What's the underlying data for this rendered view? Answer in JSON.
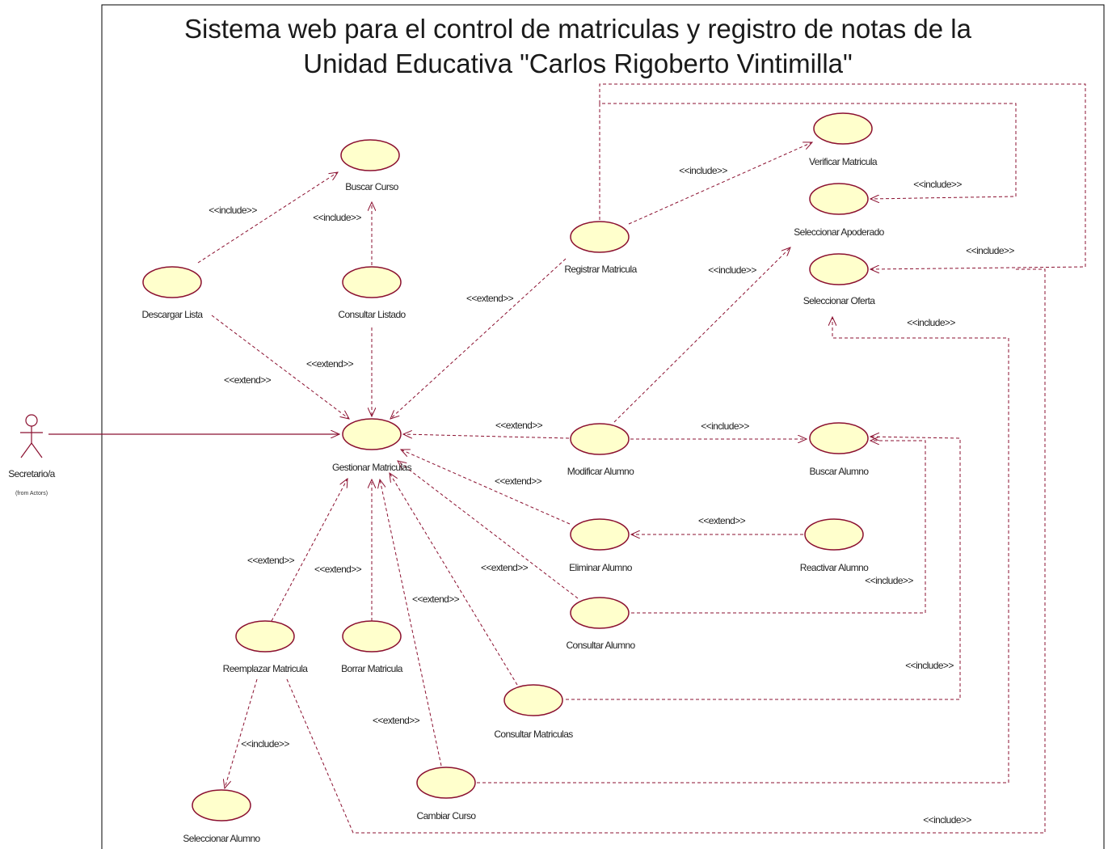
{
  "title": {
    "line1": "Sistema web para el control de matriculas y registro de notas de la",
    "line2": "Unidad Educativa \"Carlos Rigoberto Vintimilla\""
  },
  "actor": {
    "name": "Secretario/a",
    "source": "(from Actors)"
  },
  "use_cases": {
    "buscar_curso": "Buscar Curso",
    "descargar_lista": "Descargar Lista",
    "consultar_listado": "Consultar Listado",
    "registrar_matricula": "Registrar Matricula",
    "verificar_matricula": "Verificar Matricula",
    "seleccionar_apoderado": "Seleccionar Apoderado",
    "seleccionar_oferta": "Seleccionar Oferta",
    "gestionar_matriculas": "Gestionar Matriculas",
    "modificar_alumno": "Modificar Alumno",
    "buscar_alumno": "Buscar Alumno",
    "eliminar_alumno": "Eliminar Alumno",
    "reactivar_alumno": "Reactivar Alumno",
    "consultar_alumno": "Consultar Alumno",
    "consultar_matriculas": "Consultar Matriculas",
    "reemplazar_matricula": "Reemplazar Matricula",
    "borrar_matricula": "Borrar Matricula",
    "cambiar_curso": "Cambiar Curso",
    "seleccionar_alumno": "Seleccionar Alumno"
  },
  "stereotypes": {
    "include_descargar_buscar": "<<include>>",
    "include_consultar_buscar": "<<include>>",
    "include_registrar_verificar": "<<include>>",
    "include_registrar_apoderado": "<<include>>",
    "include_registrar_oferta": "<<include>>",
    "include_modificar_apoderado": "<<include>>",
    "include_cambiar_oferta": "<<include>>",
    "include_modificar_buscar": "<<include>>",
    "include_consultar_alumno_buscar": "<<include>>",
    "include_consultar_matriculas_buscar": "<<include>>",
    "include_reemplazar_seleccionar": "<<include>>",
    "include_reemplazar_oferta": "<<include>>",
    "extend_registrar": "<<extend>>",
    "extend_consultar_listado": "<<extend>>",
    "extend_descargar": "<<extend>>",
    "extend_modificar": "<<extend>>",
    "extend_eliminar": "<<extend>>",
    "extend_reactivar": "<<extend>>",
    "extend_consultar_alumno": "<<extend>>",
    "extend_reemplazar": "<<extend>>",
    "extend_borrar": "<<extend>>",
    "extend_cambiar_a": "<<extend>>",
    "extend_cambiar_b": "<<extend>>"
  }
}
